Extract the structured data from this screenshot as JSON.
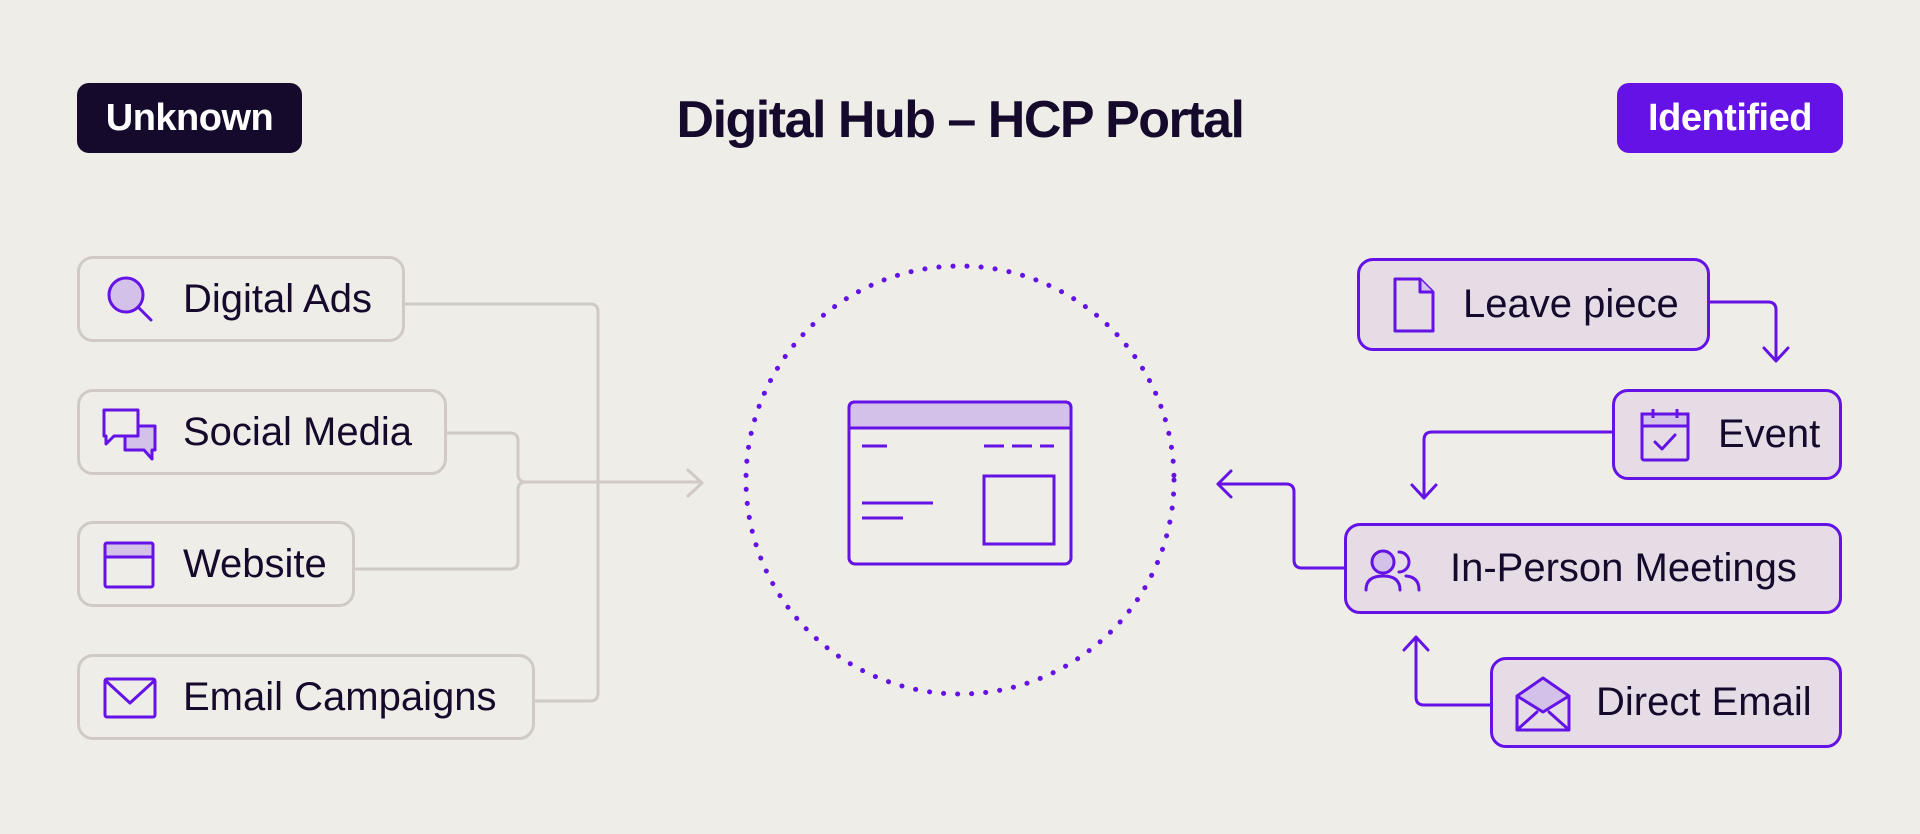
{
  "header": {
    "unknown_label": "Unknown",
    "title": "Digital Hub – HCP Portal",
    "identified_label": "Identified"
  },
  "unknown_sources": [
    {
      "label": "Digital Ads",
      "icon": "search-icon"
    },
    {
      "label": "Social Media",
      "icon": "chat-bubbles-icon"
    },
    {
      "label": "Website",
      "icon": "browser-window-icon"
    },
    {
      "label": "Email Campaigns",
      "icon": "envelope-icon"
    }
  ],
  "hub": {
    "icon": "portal-webpage-icon"
  },
  "identified_sources": [
    {
      "label": "Leave piece",
      "icon": "document-icon"
    },
    {
      "label": "Event",
      "icon": "calendar-check-icon"
    },
    {
      "label": "In-Person Meetings",
      "icon": "people-icon"
    },
    {
      "label": "Direct Email",
      "icon": "open-envelope-icon"
    }
  ],
  "colors": {
    "background": "#efede8",
    "dark": "#150a2b",
    "accent": "#6412e5",
    "identified_fill": "#e6dce6",
    "unknown_border": "#cfcbc4"
  }
}
